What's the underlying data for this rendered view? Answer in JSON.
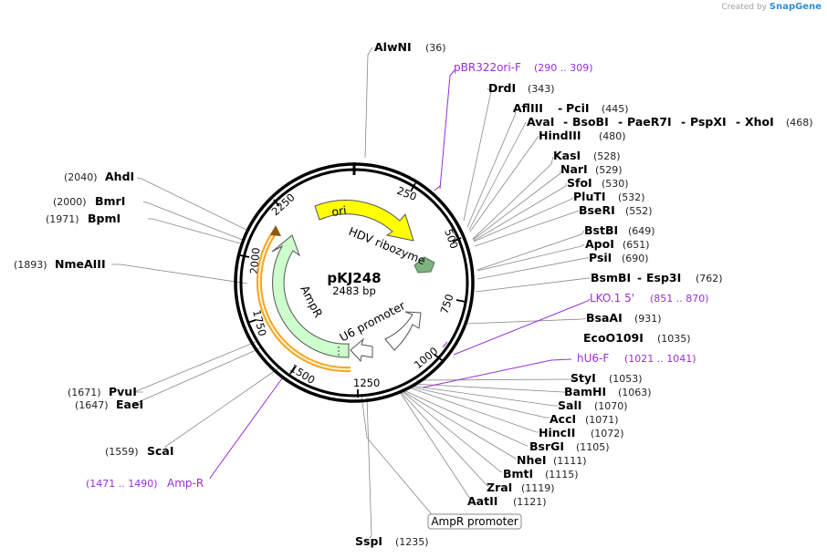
{
  "credit": {
    "created_by": "Created by",
    "brand": "SnapGene"
  },
  "plasmid": {
    "name": "pKJ248",
    "size": "2483 bp"
  },
  "ticks": [
    "250",
    "500",
    "750",
    "1000",
    "1250",
    "1500",
    "1750",
    "2000",
    "2250"
  ],
  "features": {
    "ori": "ori",
    "hdv": "HDV ribozyme",
    "ampr": "AmpR",
    "u6": "U6 promoter",
    "ampr_promoter": "AmpR promoter"
  },
  "sites": {
    "alwni": {
      "name": "AlwNI",
      "pos": "(36)"
    },
    "drdi": {
      "name": "DrdI",
      "pos": "(343)"
    },
    "afliii": {
      "name": "AflIII",
      "sep": "-",
      "name2": "PciI",
      "pos": "(445)"
    },
    "avai": {
      "name": "AvaI",
      "n2": "BsoBI",
      "n3": "PaeR7I",
      "n4": "PspXI",
      "n5": "XhoI",
      "sep": "-",
      "pos": "(468)"
    },
    "hindiii": {
      "name": "HindIII",
      "pos": "(480)"
    },
    "kasi": {
      "name": "KasI",
      "pos": "(528)"
    },
    "nari": {
      "name": "NarI",
      "pos": "(529)"
    },
    "sfoi": {
      "name": "SfoI",
      "pos": "(530)"
    },
    "pluti": {
      "name": "PluTI",
      "pos": "(532)"
    },
    "bseri": {
      "name": "BseRI",
      "pos": "(552)"
    },
    "bstbi": {
      "name": "BstBI",
      "pos": "(649)"
    },
    "apoi": {
      "name": "ApoI",
      "pos": "(651)"
    },
    "psii": {
      "name": "PsiI",
      "pos": "(690)"
    },
    "bsmbi": {
      "name": "BsmBI",
      "sep": "-",
      "name2": "Esp3I",
      "pos": "(762)"
    },
    "bsaai": {
      "name": "BsaAI",
      "pos": "(931)"
    },
    "eco0109i": {
      "name": "EcoO109I",
      "pos": "(1035)"
    },
    "styi": {
      "name": "StyI",
      "pos": "(1053)"
    },
    "bamhi": {
      "name": "BamHI",
      "pos": "(1063)"
    },
    "sali": {
      "name": "SalI",
      "pos": "(1070)"
    },
    "acci": {
      "name": "AccI",
      "pos": "(1071)"
    },
    "hincii": {
      "name": "HincII",
      "pos": "(1072)"
    },
    "bsrgi": {
      "name": "BsrGI",
      "pos": "(1105)"
    },
    "nhei": {
      "name": "NheI",
      "pos": "(1111)"
    },
    "bmti": {
      "name": "BmtI",
      "pos": "(1115)"
    },
    "zrai": {
      "name": "ZraI",
      "pos": "(1119)"
    },
    "aatii": {
      "name": "AatII",
      "pos": "(1121)"
    },
    "sspi": {
      "name": "SspI",
      "pos": "(1235)"
    },
    "scai": {
      "name": "ScaI",
      "pos": "(1559)"
    },
    "eaei": {
      "name": "EaeI",
      "pos": "(1647)"
    },
    "pvui": {
      "name": "PvuI",
      "pos": "(1671)"
    },
    "nmeaiii": {
      "name": "NmeAIII",
      "pos": "(1893)"
    },
    "bpmi": {
      "name": "BpmI",
      "pos": "(1971)"
    },
    "bmri": {
      "name": "BmrI",
      "pos": "(2000)"
    },
    "ahdi": {
      "name": "AhdI",
      "pos": "(2040)"
    }
  },
  "primers": {
    "pbr322": {
      "name": "pBR322ori-F",
      "pos": "(290 .. 309)"
    },
    "lko": {
      "name": "LKO.1 5'",
      "pos": "(851 .. 870)"
    },
    "hu6": {
      "name": "hU6-F",
      "pos": "(1021 .. 1041)"
    },
    "ampr": {
      "name": "Amp-R",
      "pos": "(1471 .. 1490)"
    }
  },
  "colors": {
    "ori": "#ffff00",
    "ampr": "#ccffcc",
    "ampr_arc": "#f5a623",
    "primer": "#9a2fd6",
    "hdv": "#7fb27f"
  }
}
